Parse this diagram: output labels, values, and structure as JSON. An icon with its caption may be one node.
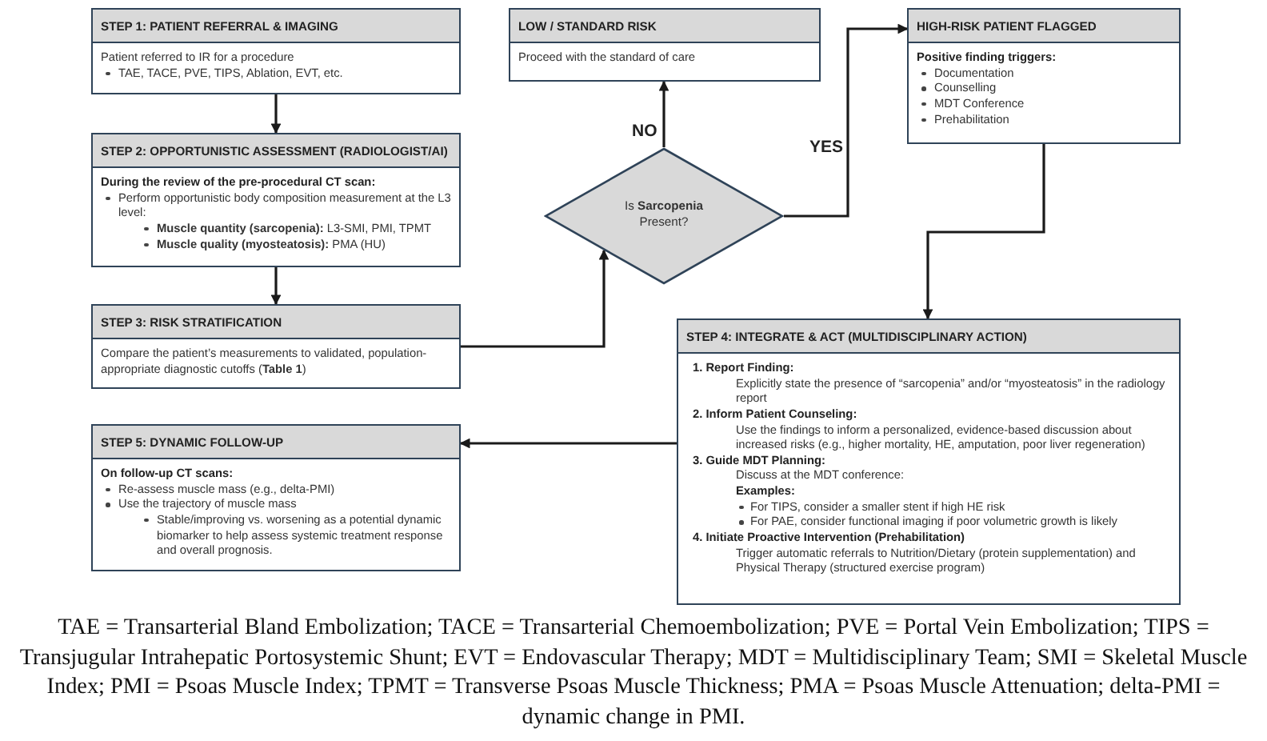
{
  "diagram": {
    "nodes": [
      {
        "text": [
          "STEP 1: PATIENT REFERRAL & IMAGING",
          "Patient referred to IR for a procedure",
          "TAE, TACE, PVE, TIPS, Ablation, EVT, etc."
        ]
      },
      {
        "text": [
          "STEP 2: OPPORTUNISTIC ASSESSMENT (RADIOLOGIST/AI)",
          "During the review of the pre-procedural CT scan:",
          "Perform opportunistic body composition measurement at the L3 level:",
          "**Muscle quantity (sarcopenia):** L3-SMI, PMI, TPMT",
          "**Muscle quality (myosteatosis):** PMA (HU)"
        ]
      },
      {
        "text": [
          "STEP 3: RISK STRATIFICATION",
          "Compare the patient’s measurements to validated, population-appropriate diagnostic cutoffs (**Table 1**)"
        ]
      },
      {
        "text": [
          "Is **Sarcopenia** Present?"
        ]
      },
      {
        "text": [
          "LOW / STANDARD RISK",
          "Proceed with the standard of care"
        ]
      },
      {
        "text": [
          "HIGH-RISK PATIENT FLAGGED",
          "Positive finding triggers:",
          "Documentation",
          "Counselling",
          "MDT Conference",
          "Prehabilitation"
        ]
      },
      {
        "text": [
          "STEP 4: INTEGRATE & ACT (MULTIDISCIPLINARY ACTION)",
          "1. Report Finding:",
          "Explicitly state the presence of “sarcopenia” and/or “myosteatosis” in the radiology report",
          "2. Inform Patient Counseling:",
          "Use the findings to inform a personalized, evidence-based discussion about increased risks (e.g., higher mortality, HE, amputation, poor liver regeneration)",
          "3. Guide MDT Planning:",
          "Discuss at the MDT conference:",
          "Examples:",
          "For TIPS, consider a smaller stent if high HE risk",
          "For PAE, consider functional imaging if poor volumetric growth is likely",
          "4. Initiate Proactive Intervention (Prehabilitation)",
          "Trigger automatic referrals to Nutrition/Dietary (protein supplementation) and Physical Therapy (structured exercise program)"
        ]
      },
      {
        "text": [
          "STEP 5: DYNAMIC FOLLOW-UP",
          "On follow-up CT scans:",
          "Re-assess muscle mass (e.g., delta-PMI)",
          "Use the trajectory of muscle mass",
          "Stable/improving vs. worsening as a potential dynamic biomarker to help assess systemic treatment response and overall prognosis."
        ]
      }
    ],
    "edges": [
      {
        "from": 0,
        "to": 1,
        "arrow": "to"
      },
      {
        "from": 1,
        "to": 2,
        "arrow": "to"
      },
      {
        "from": 2,
        "to": 3,
        "arrow": "to"
      },
      {
        "from": 3,
        "to": 4,
        "arrow": "to",
        "label": "NO"
      },
      {
        "from": 3,
        "to": 5,
        "arrow": "to",
        "label": "YES"
      },
      {
        "from": 5,
        "to": 6,
        "arrow": "to"
      },
      {
        "from": 6,
        "to": 7,
        "arrow": "to"
      }
    ],
    "caption": "TAE = Transarterial Bland Embolization; TACE = Transarterial Chemoembolization; PVE = Portal Vein Embolization; TIPS = Transjugular Intrahepatic Portosystemic Shunt; EVT = Endovascular Therapy; MDT = Multidisciplinary Team; SMI = Skeletal Muscle Index; PMI = Psoas Muscle Index; TPMT = Transverse Psoas Muscle Thickness; PMA = Psoas Muscle Attenuation; delta-PMI = dynamic change in PMI."
  }
}
